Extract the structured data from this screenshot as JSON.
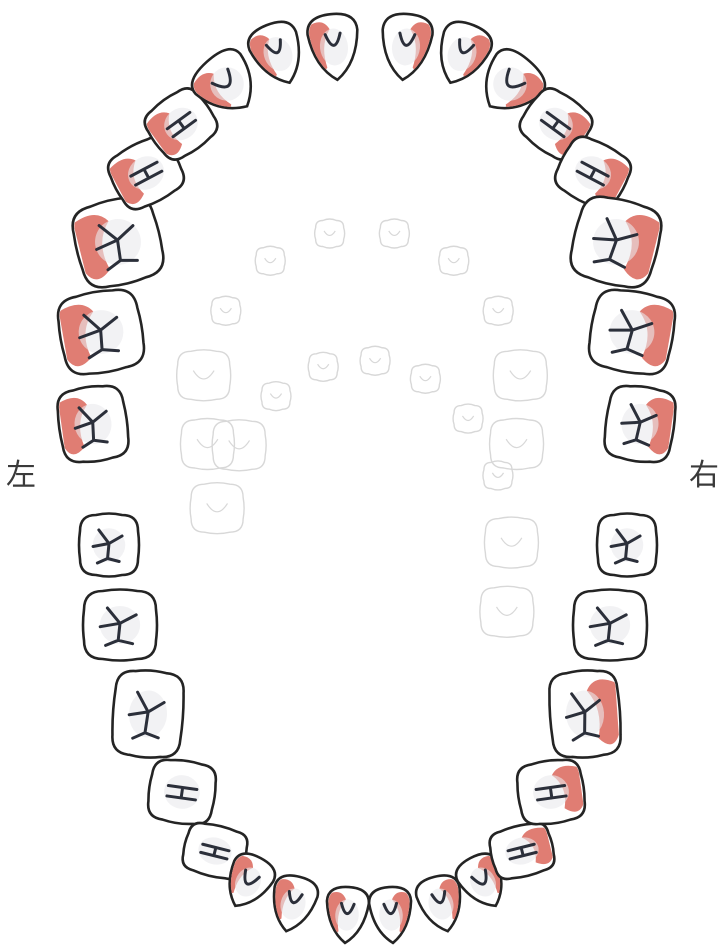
{
  "labels": {
    "left": "左",
    "right": "右"
  },
  "colors": {
    "highlight": "#e07d73",
    "outline": "#242424",
    "tooth_fill": "#ffffff",
    "faint_outline": "#d8d8d8"
  },
  "upper_arch": {
    "teeth": [
      {
        "id": "U-L8",
        "type": "molar",
        "highlight": true
      },
      {
        "id": "U-L7",
        "type": "molar",
        "highlight": true
      },
      {
        "id": "U-L6",
        "type": "molar",
        "highlight": true
      },
      {
        "id": "U-L5",
        "type": "premolar",
        "highlight": true
      },
      {
        "id": "U-L4",
        "type": "premolar",
        "highlight": true
      },
      {
        "id": "U-L3",
        "type": "canine",
        "highlight": true
      },
      {
        "id": "U-L2",
        "type": "incisor",
        "highlight": true
      },
      {
        "id": "U-L1",
        "type": "incisor",
        "highlight": true
      },
      {
        "id": "U-R1",
        "type": "incisor",
        "highlight": true
      },
      {
        "id": "U-R2",
        "type": "incisor",
        "highlight": true
      },
      {
        "id": "U-R3",
        "type": "canine",
        "highlight": true
      },
      {
        "id": "U-R4",
        "type": "premolar",
        "highlight": true
      },
      {
        "id": "U-R5",
        "type": "premolar",
        "highlight": true
      },
      {
        "id": "U-R6",
        "type": "molar",
        "highlight": true
      },
      {
        "id": "U-R7",
        "type": "molar",
        "highlight": true
      },
      {
        "id": "U-R8",
        "type": "molar",
        "highlight": true
      }
    ]
  },
  "lower_arch": {
    "teeth": [
      {
        "id": "L-L8",
        "type": "molar",
        "highlight": false
      },
      {
        "id": "L-L7",
        "type": "molar",
        "highlight": false
      },
      {
        "id": "L-L6",
        "type": "molar",
        "highlight": false
      },
      {
        "id": "L-L5",
        "type": "premolar",
        "highlight": false
      },
      {
        "id": "L-L4",
        "type": "premolar",
        "highlight": false
      },
      {
        "id": "L-L3",
        "type": "canine",
        "highlight": true
      },
      {
        "id": "L-L2",
        "type": "incisor",
        "highlight": true
      },
      {
        "id": "L-L1",
        "type": "incisor",
        "highlight": true
      },
      {
        "id": "L-R1",
        "type": "incisor",
        "highlight": true
      },
      {
        "id": "L-R2",
        "type": "incisor",
        "highlight": true
      },
      {
        "id": "L-R3",
        "type": "canine",
        "highlight": true
      },
      {
        "id": "L-R4",
        "type": "premolar",
        "highlight": true
      },
      {
        "id": "L-R5",
        "type": "premolar",
        "highlight": true
      },
      {
        "id": "L-R6",
        "type": "molar",
        "highlight": true
      },
      {
        "id": "L-R7",
        "type": "molar",
        "highlight": false
      },
      {
        "id": "L-R8",
        "type": "molar",
        "highlight": false
      }
    ]
  },
  "primary_teeth": {
    "upper_count": 10,
    "lower_count": 10
  }
}
